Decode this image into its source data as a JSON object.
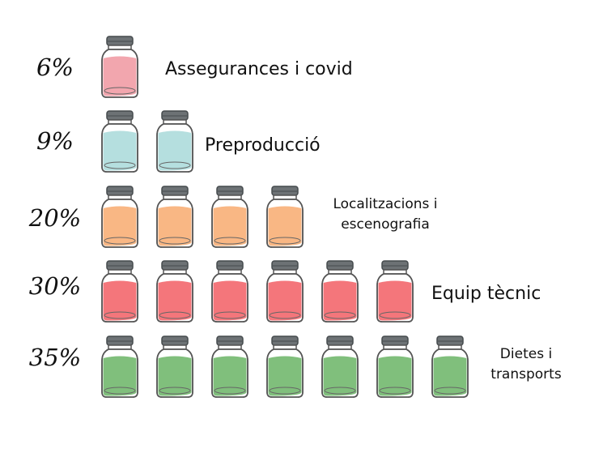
{
  "chart_data": {
    "type": "pictograph",
    "unit": "jar",
    "categories": [
      "Assegurances i covid",
      "Preproducció",
      "Localitzacions i escenografia",
      "Equip tècnic",
      "Dietes i transports"
    ],
    "labels": [
      "6%",
      "9%",
      "20%",
      "30%",
      "35%"
    ],
    "values": [
      6,
      9,
      20,
      30,
      35
    ],
    "jar_counts": [
      1,
      2,
      4,
      6,
      7
    ],
    "colors": [
      "#f2a6ae",
      "#b5dfdf",
      "#f9b784",
      "#f4767b",
      "#80bf7c"
    ]
  }
}
